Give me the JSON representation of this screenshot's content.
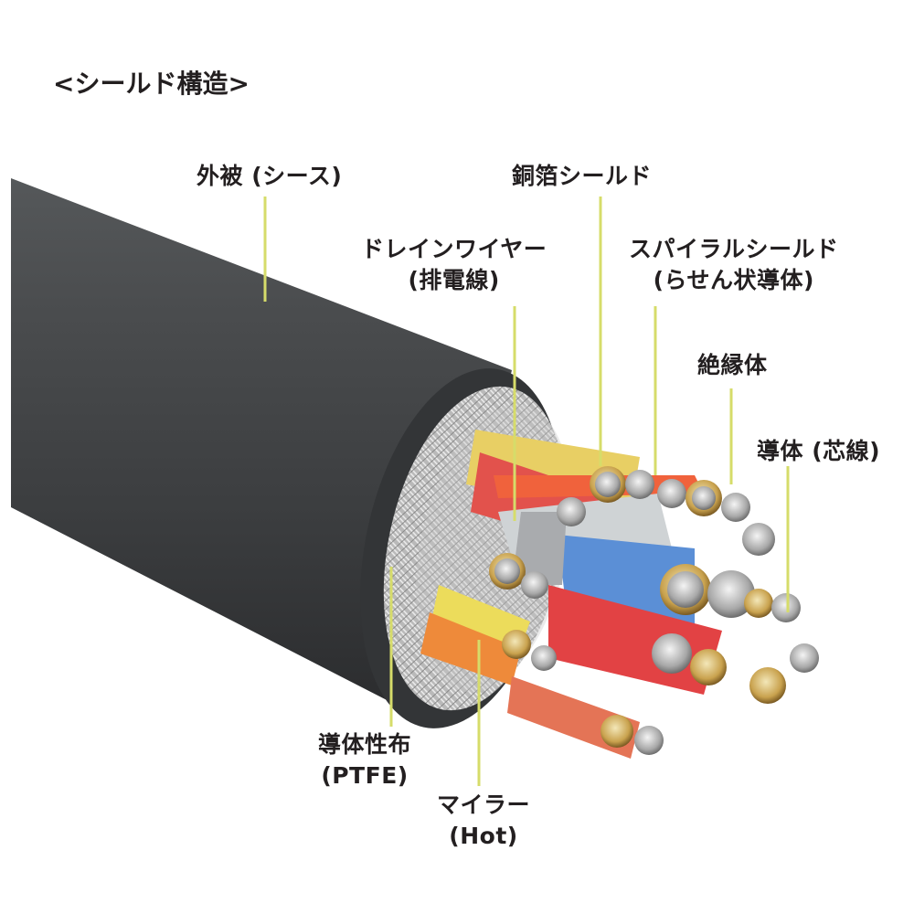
{
  "title": "<シールド構造>",
  "accent_color": "#d6dc6a",
  "labels": {
    "sheath": "外被 (シース)",
    "copper_foil": "銅箔シールド",
    "drain_wire": {
      "line1": "ドレインワイヤー",
      "line2": "(排電線)"
    },
    "spiral_shield": {
      "line1": "スパイラルシールド",
      "line2": "(らせん状導体)"
    },
    "insulator": "絶縁体",
    "conductor": "導体 (芯線)",
    "dielectric": {
      "line1": "導体性布",
      "line2": "(PTFE)"
    },
    "mylar": {
      "line1": "マイラー",
      "line2": "(Hot)"
    }
  }
}
